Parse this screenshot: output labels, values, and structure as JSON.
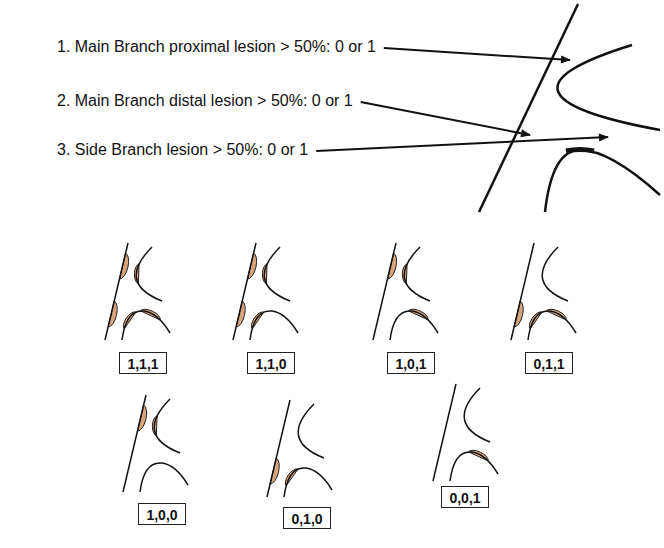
{
  "diagram": {
    "nodes": [
      {
        "text": [
          "1,1,1"
        ]
      },
      {
        "text": [
          "1,1,0"
        ]
      },
      {
        "text": [
          "1,0,1"
        ]
      },
      {
        "text": [
          "0,1,1"
        ]
      },
      {
        "text": [
          "1,0,0"
        ]
      },
      {
        "text": [
          "0,1,0"
        ]
      },
      {
        "text": [
          "0,0,1"
        ]
      }
    ],
    "labels": [
      "1. Main Branch proximal lesion > 50%: 0 or 1",
      "2. Main Branch distal lesion > 50%: 0 or 1",
      "3. Side Branch lesion > 50%: 0 or 1"
    ]
  }
}
